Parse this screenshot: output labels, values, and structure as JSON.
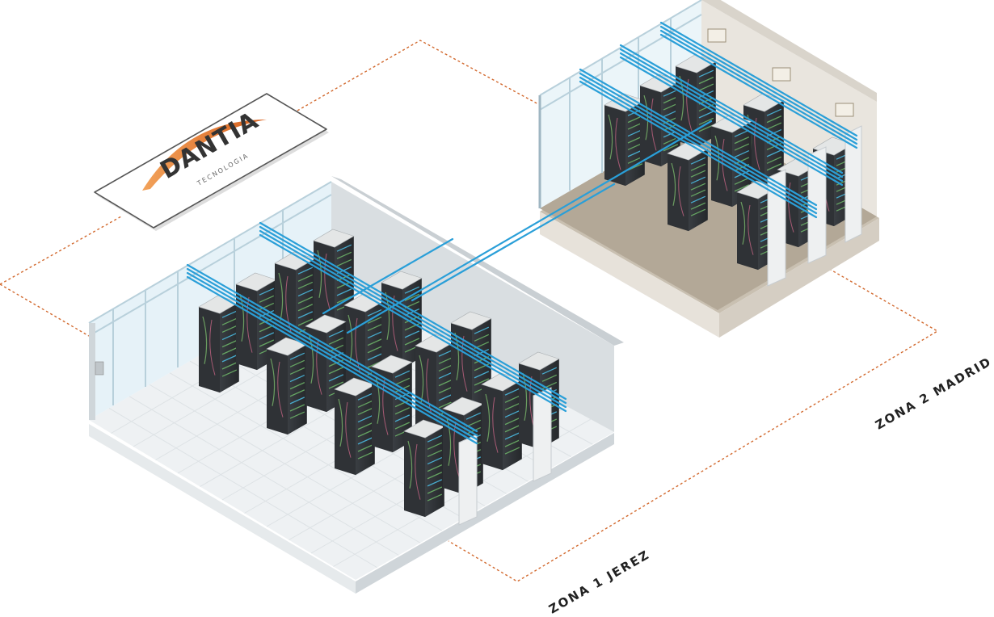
{
  "logo": {
    "brand": "DANTIA",
    "tagline": "TECNOLOGIA"
  },
  "zones": {
    "zone1": "ZONA 1 JEREZ",
    "zone2": "ZONA 2 MADRID"
  },
  "colors": {
    "dashed_line": "#d2692e",
    "cable": "#2a9fd8",
    "rack_dark": "#2f3236",
    "floor_light": "#eef1f3",
    "floor_tan": "#b8ad9c",
    "wall_light": "#d9dee1",
    "logo_swoosh": "#e0782f"
  },
  "icons": {
    "logo": "dantia-logo-icon",
    "rack": "server-rack-icon",
    "wall_panel": "electrical-panel-icon"
  }
}
